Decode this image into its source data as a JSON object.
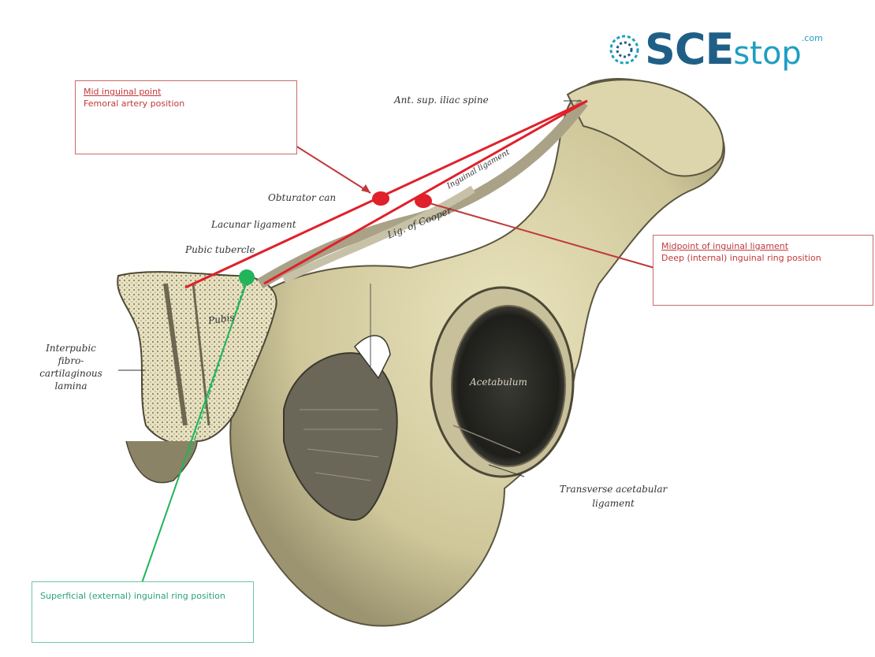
{
  "logo": {
    "brand_main": "SCE",
    "brand_sub": "stop",
    "brand_suffix": ".com"
  },
  "callouts": {
    "mid_inguinal": {
      "title": "Mid inguinal point",
      "text": "Femoral artery position"
    },
    "midpoint_ligament": {
      "title": "Midpoint of inguinal ligament",
      "text": "Deep (internal) inguinal ring position"
    },
    "superficial_ring": {
      "title": "",
      "text": "Superficial (external) inguinal ring position"
    }
  },
  "labels": {
    "asis": "Ant. sup. iliac spine",
    "obturator": "Obturator can",
    "lacunar": "Lacunar ligament",
    "pubic_tubercle": "Pubic tubercle",
    "ligament_cooper": "Lig. of Cooper",
    "inguinal_lig": "Inguinal ligament",
    "interpubic": [
      "Interpubic",
      "fibro-",
      "cartilaginous",
      "lamina"
    ],
    "acetabulum": "Acetabulum",
    "transverse": [
      "Transverse acetabular",
      "ligament"
    ],
    "pubis": "Pubis"
  },
  "colors": {
    "red_marker": "#e0202a",
    "green_marker": "#22b45a",
    "bone": "#d9d2a6",
    "logo_dark": "#1f5f86",
    "logo_light": "#1f9ec2"
  }
}
